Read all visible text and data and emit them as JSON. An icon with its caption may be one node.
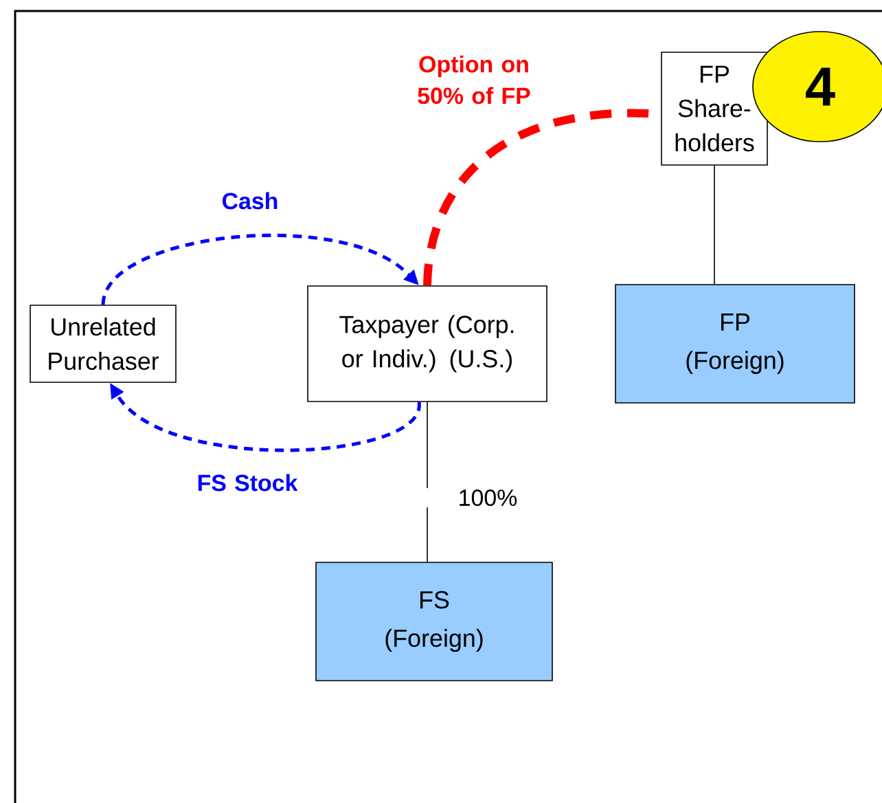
{
  "diagram": {
    "nodes": [
      {
        "text": [
          "Unrelated Purchaser"
        ]
      },
      {
        "text": [
          "Taxpayer (Corp. or Indiv.) (U.S.)"
        ]
      },
      {
        "text": [
          "FP Share-holders"
        ]
      },
      {
        "text": [
          "FP (Foreign)"
        ]
      },
      {
        "text": [
          "FS (Foreign)"
        ]
      },
      {
        "text": [
          "4"
        ]
      }
    ],
    "edges": [
      {
        "from": 0,
        "to": 1,
        "arrow": "to",
        "label": "Cash",
        "style": "dashed",
        "color": "#0000ff"
      },
      {
        "from": 1,
        "to": 0,
        "arrow": "to",
        "label": "FS Stock",
        "style": "dashed",
        "color": "#0000ff"
      },
      {
        "from": 1,
        "to": 2,
        "arrow": "none",
        "label": "Option on 50% of FP",
        "style": "dashed",
        "color": "#ff0000"
      },
      {
        "from": 2,
        "to": 3,
        "arrow": "none",
        "color": "#000000"
      },
      {
        "from": 1,
        "to": 4,
        "arrow": "none",
        "label": "100%",
        "color": "#000000"
      }
    ]
  }
}
